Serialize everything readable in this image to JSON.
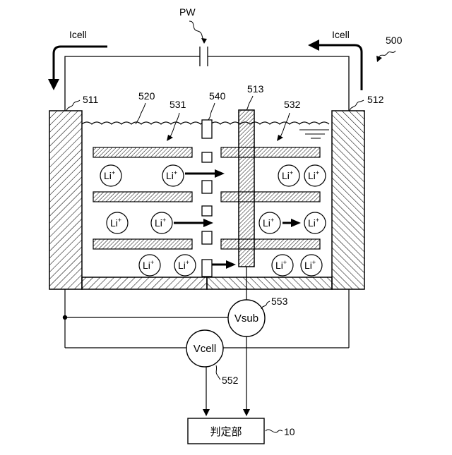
{
  "labels": {
    "power_source": "PW",
    "current_left": "Icell",
    "current_right": "Icell",
    "device": "500",
    "electrode_left": "511",
    "electrode_right": "512",
    "electrolyte": "520",
    "substrate": "513",
    "region_left": "531",
    "region_right": "532",
    "separator": "540",
    "meter_sub_ref": "553",
    "meter_cell_ref": "552",
    "judge_ref": "10"
  },
  "meters": {
    "vsub": "Vsub",
    "vcell": "Vcell"
  },
  "judge_unit": "判定部",
  "ions": {
    "label": "Li",
    "charge": "+"
  }
}
